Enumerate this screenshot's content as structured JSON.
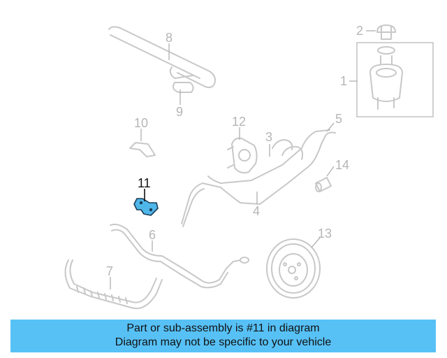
{
  "callouts": {
    "c1": "1",
    "c2": "2",
    "c3": "3",
    "c4": "4",
    "c5": "5",
    "c6": "6",
    "c7": "7",
    "c8": "8",
    "c9": "9",
    "c10": "10",
    "c11": "11",
    "c12": "12",
    "c13": "13",
    "c14": "14"
  },
  "highlighted_part": "11",
  "colors": {
    "highlight_part": "#4fb6ea",
    "banner_background": "#57c1f6",
    "ghost_line": "#c8c8c8"
  },
  "banner": {
    "line1": "Part or sub-assembly is #11 in diagram",
    "line2": "Diagram may not be specific to your vehicle"
  }
}
